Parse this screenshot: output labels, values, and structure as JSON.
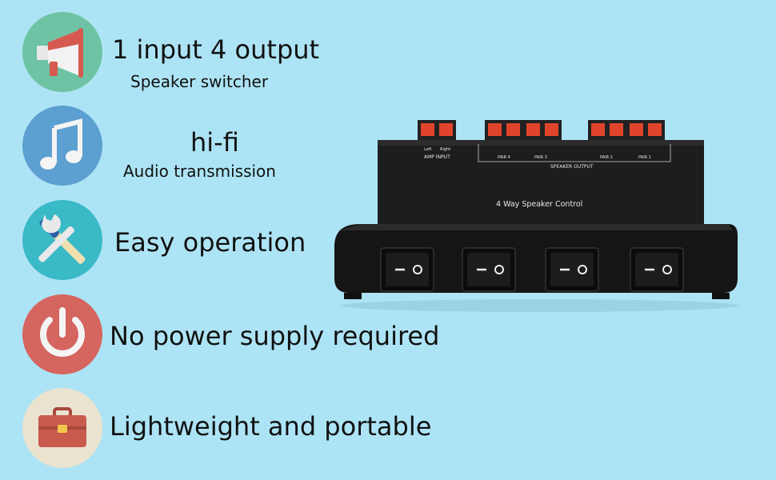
{
  "features": [
    {
      "title": "1 input 4 output",
      "subtitle": "Speaker switcher",
      "icon": "megaphone-icon",
      "circle_color": "#6dc3a3"
    },
    {
      "title": "hi-fi",
      "subtitle": "Audio transmission",
      "icon": "music-note-icon",
      "circle_color": "#5c9fd1"
    },
    {
      "title": "Easy operation",
      "subtitle": "",
      "icon": "tools-icon",
      "circle_color": "#3ab9c6"
    },
    {
      "title": "No power supply required",
      "subtitle": "",
      "icon": "power-icon",
      "circle_color": "#d5655f"
    },
    {
      "title": "Lightweight and portable",
      "subtitle": "",
      "icon": "toolbox-icon",
      "circle_color": "#eae3cf"
    }
  ],
  "device": {
    "name_label": "4 Way Speaker Control",
    "amp_input_label": "AMP INPUT",
    "speaker_output_label": "SPEAKER OUTPUT",
    "pair_labels": [
      "PAIR 4",
      "PAIR 3",
      "PAIR 2",
      "PAIR 1"
    ],
    "left_label": "Left",
    "right_label": "Right",
    "body_color": "#1a1a1a",
    "terminal_color": "#e0442b"
  }
}
